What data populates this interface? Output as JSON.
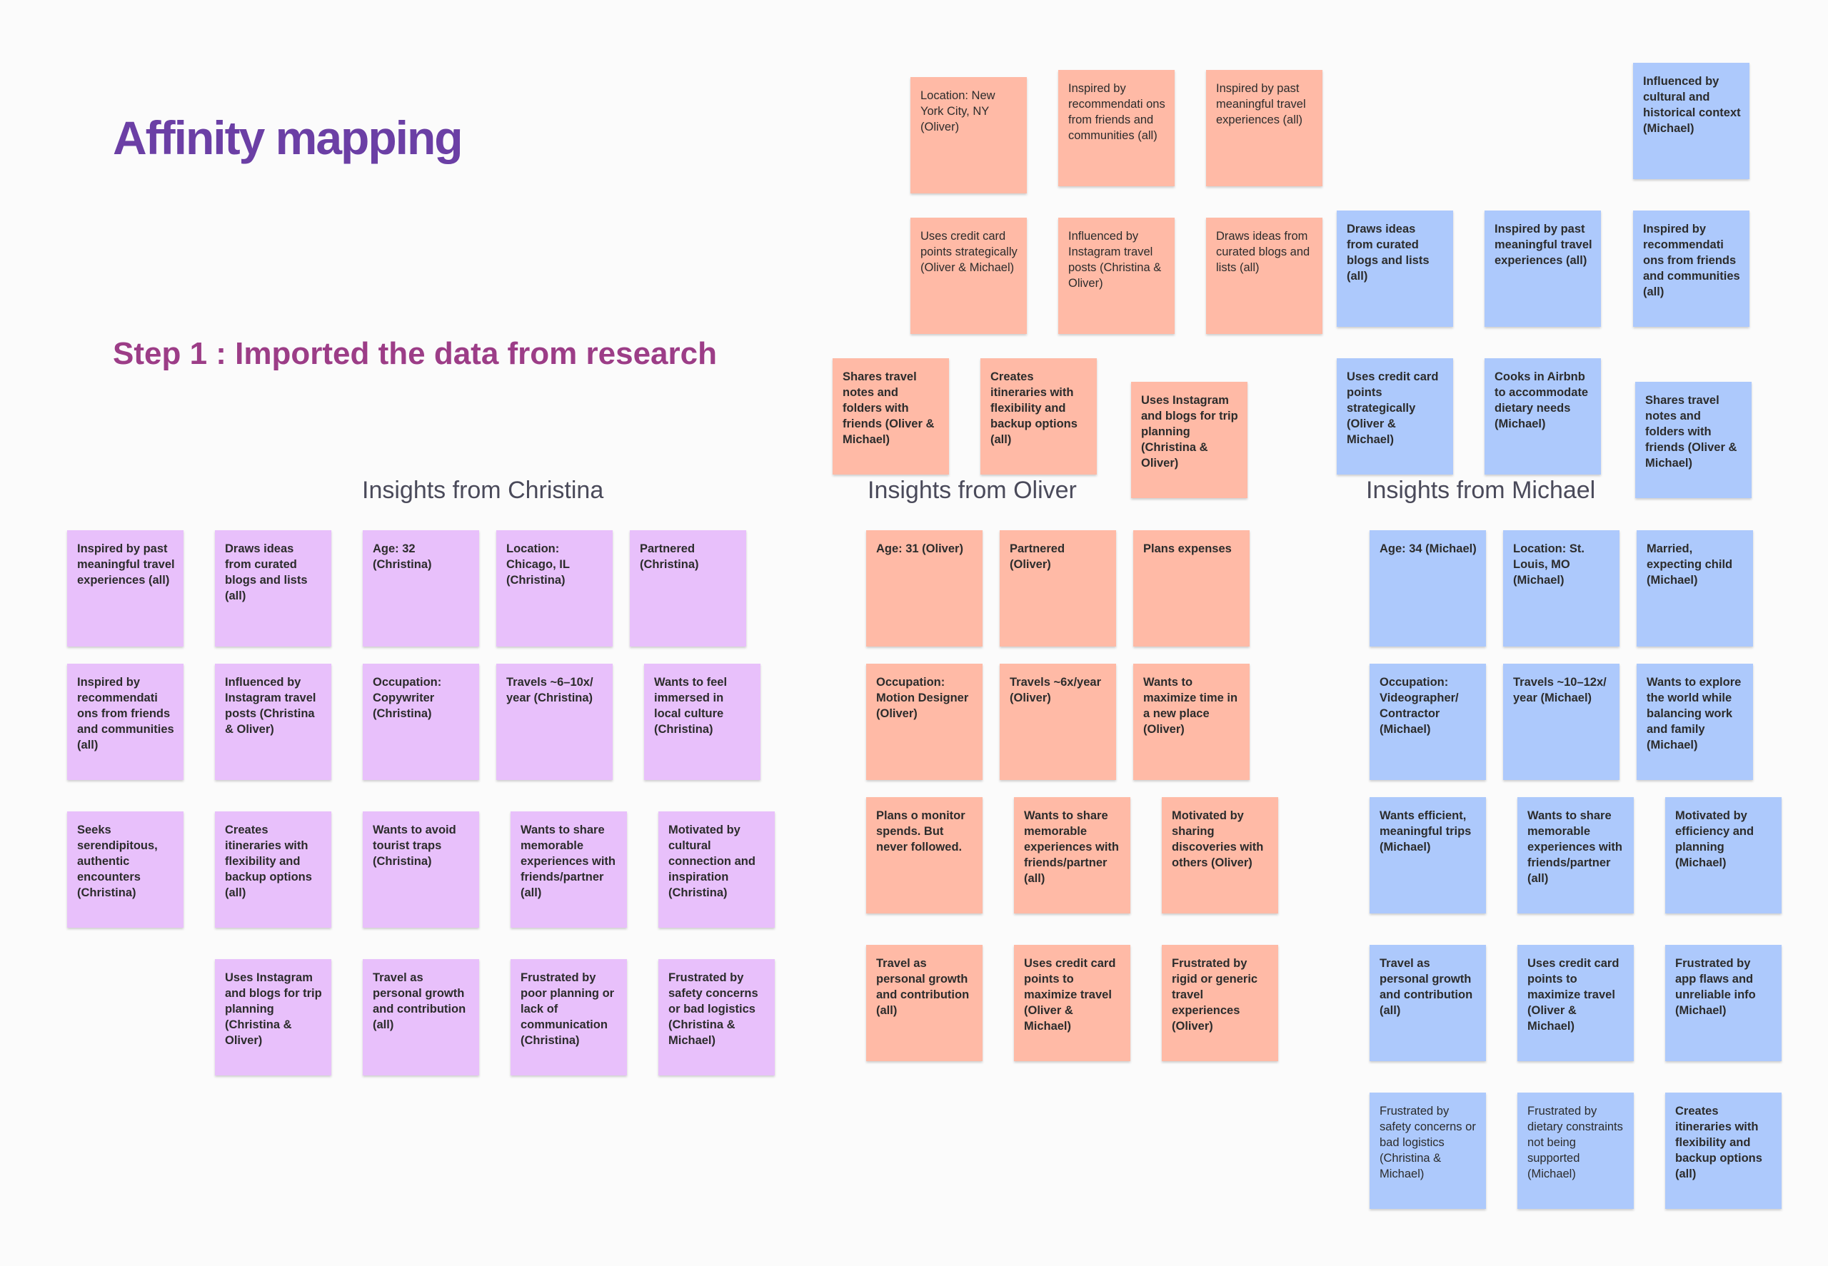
{
  "title": "Affinity mapping",
  "subtitle": "Step 1 : Imported the data from research",
  "colors": {
    "title": "#6b3fa5",
    "subtitle": "#9c3d87",
    "christina_note": "#e8c0fb",
    "oliver_note": "#ffbaa6",
    "michael_note": "#adc9fc"
  },
  "sections": {
    "christina": "Insights from Christina",
    "oliver": "Insights from Oliver",
    "michael": "Insights from Michael"
  },
  "notes": {
    "loose": [
      "Location: New York City, NY (Oliver)",
      "Inspired by recommendati ons from friends and communities (all)",
      "Inspired by past meaningful travel experiences (all)",
      "Uses credit card points strategically (Oliver & Michael)",
      "Influenced by Instagram travel posts (Christina & Oliver)",
      "Draws ideas from curated blogs and lists (all)",
      "Shares travel notes and folders with friends (Oliver & Michael)",
      "Creates itineraries with flexibility and backup options (all)",
      "Uses Instagram and blogs for trip planning (Christina & Oliver)",
      "Influenced by cultural and historical context (Michael)",
      "Draws ideas from curated blogs and lists (all)",
      "Inspired by past meaningful travel experiences (all)",
      "Inspired by recommendati ons from friends and communities (all)",
      "Uses credit card points strategically (Oliver & Michael)",
      "Cooks in Airbnb to accommodate dietary needs (Michael)",
      "Shares travel notes and folders with friends (Oliver & Michael)"
    ],
    "christina": [
      "Inspired by past meaningful travel experiences (all)",
      "Draws ideas from curated blogs and lists (all)",
      "Age: 32 (Christina)",
      "Location: Chicago, IL (Christina)",
      "Partnered (Christina)",
      "Inspired by recommendati ons from friends and communities (all)",
      "Influenced by Instagram travel posts (Christina & Oliver)",
      "Occupation: Copywriter (Christina)",
      "Travels ~6–10x/ year (Christina)",
      "Wants to feel immersed in local culture (Christina)",
      "Seeks serendipitous, authentic encounters (Christina)",
      "Creates itineraries with flexibility and backup options (all)",
      "Wants to avoid tourist traps (Christina)",
      "Wants to share memorable experiences with friends/partner (all)",
      "Motivated by cultural connection and inspiration (Christina)",
      "Uses Instagram and blogs for trip planning (Christina & Oliver)",
      "Travel as personal growth and contribution (all)",
      "Frustrated by poor planning or lack of communication (Christina)",
      "Frustrated by safety concerns or bad logistics (Christina & Michael)"
    ],
    "oliver": [
      "Age: 31 (Oliver)",
      "Partnered (Oliver)",
      "Plans expenses",
      "Occupation: Motion Designer (Oliver)",
      "Travels ~6x/year (Oliver)",
      "Wants to maximize time in a new place (Oliver)",
      "Plans o monitor spends. But never followed.",
      "Wants to share memorable experiences with friends/partner (all)",
      "Motivated by sharing discoveries with others (Oliver)",
      "Travel as personal growth and contribution (all)",
      "Uses credit card points to maximize travel (Oliver & Michael)",
      "Frustrated by rigid or generic travel experiences (Oliver)"
    ],
    "michael": [
      "Age: 34 (Michael)",
      "Location: St. Louis, MO (Michael)",
      "Married, expecting child (Michael)",
      "Occupation: Videographer/ Contractor (Michael)",
      "Travels ~10–12x/ year (Michael)",
      "Wants to explore the world while balancing work and family (Michael)",
      "Wants efficient, meaningful trips (Michael)",
      "Wants to share memorable experiences with friends/partner (all)",
      "Motivated by efficiency and planning (Michael)",
      "Travel as personal growth and contribution (all)",
      "Uses credit card points to maximize travel (Oliver & Michael)",
      "Frustrated by app flaws and unreliable info (Michael)",
      "Frustrated by safety concerns or bad logistics (Christina & Michael)",
      "Frustrated by dietary constraints not being supported (Michael)",
      "Creates itineraries with flexibility and backup options (all)"
    ]
  }
}
